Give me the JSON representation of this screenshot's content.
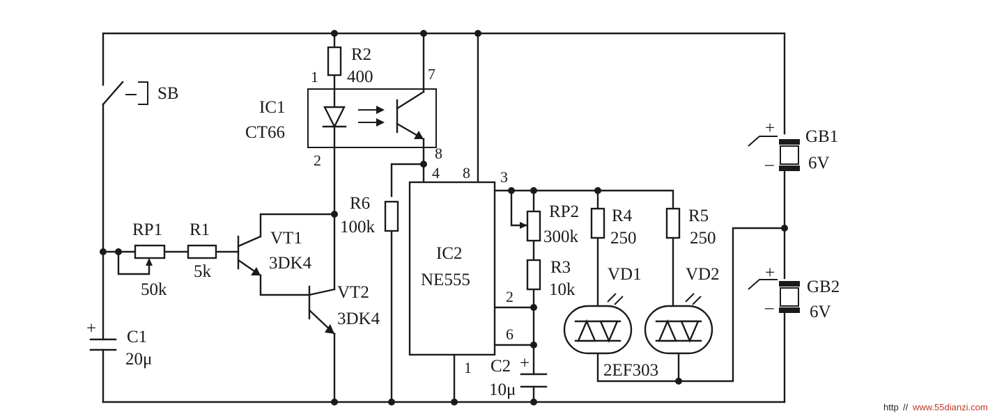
{
  "components": {
    "sb": "SB",
    "ic1": {
      "ref": "IC1",
      "part": "CT66",
      "pin1": "1",
      "pin2": "2",
      "pin7": "7",
      "pin8": "8"
    },
    "r2": {
      "ref": "R2",
      "value": "400"
    },
    "rp1": {
      "ref": "RP1",
      "value": "50k"
    },
    "r1": {
      "ref": "R1",
      "value": "5k"
    },
    "vt1": {
      "ref": "VT1",
      "part": "3DK4"
    },
    "vt2": {
      "ref": "VT2",
      "part": "3DK4"
    },
    "c1": {
      "ref": "C1",
      "value": "20μ",
      "polarity": "+"
    },
    "r6": {
      "ref": "R6",
      "value": "100k"
    },
    "ic2": {
      "ref": "IC2",
      "part": "NE555",
      "pin4": "4",
      "pin8": "8",
      "pin3": "3",
      "pin2": "2",
      "pin6": "6",
      "pin1": "1"
    },
    "rp2": {
      "ref": "RP2",
      "value": "300k"
    },
    "r3": {
      "ref": "R3",
      "value": "10k"
    },
    "c2": {
      "ref": "C2",
      "value": "10μ",
      "polarity": "+"
    },
    "r4": {
      "ref": "R4",
      "value": "250"
    },
    "r5": {
      "ref": "R5",
      "value": "250"
    },
    "vd1": "VD1",
    "vd2": "VD2",
    "led_part": "2EF303",
    "gb1": {
      "ref": "GB1",
      "value": "6V",
      "plus": "+",
      "minus": "–"
    },
    "gb2": {
      "ref": "GB2",
      "value": "6V",
      "plus": "+",
      "minus": "–"
    }
  },
  "watermark": {
    "prefix": "http",
    "sep": "//",
    "url": "www.55dianzi.com"
  }
}
